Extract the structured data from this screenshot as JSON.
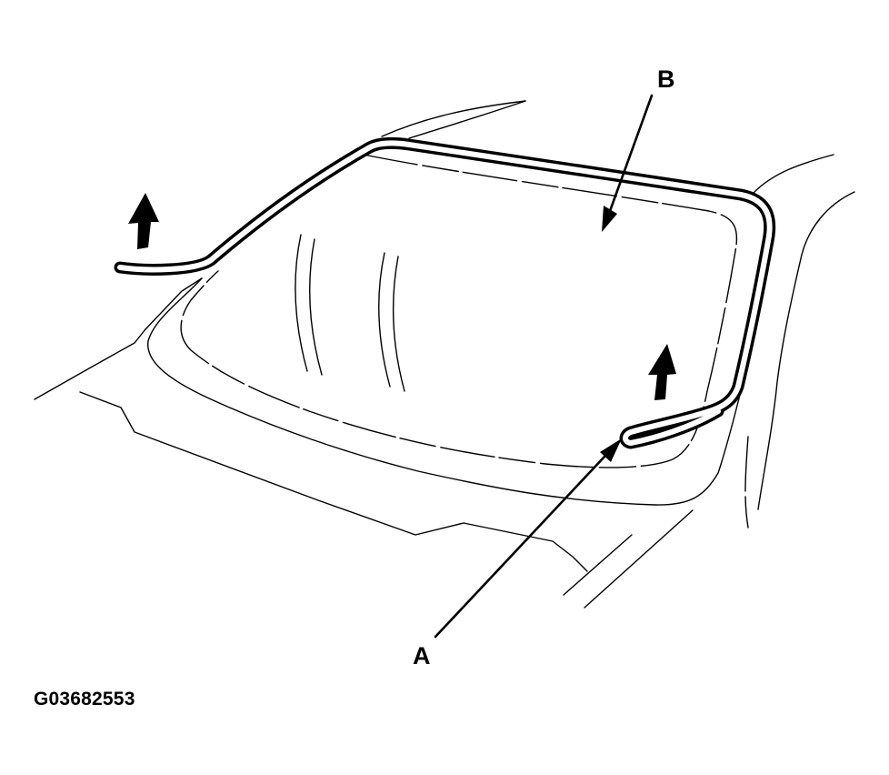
{
  "figure": {
    "id": "G03682553",
    "subject": "windshield molding removal",
    "callouts": [
      {
        "key": "A",
        "label": "A",
        "points_to": "molding end (lower right)"
      },
      {
        "key": "B",
        "label": "B",
        "points_to": "windshield glass"
      }
    ],
    "arrows": [
      {
        "name": "pull-up-arrow-left",
        "direction": "up"
      },
      {
        "name": "pull-up-arrow-right",
        "direction": "up"
      }
    ],
    "colors": {
      "line": "#000000",
      "background": "#ffffff"
    }
  }
}
